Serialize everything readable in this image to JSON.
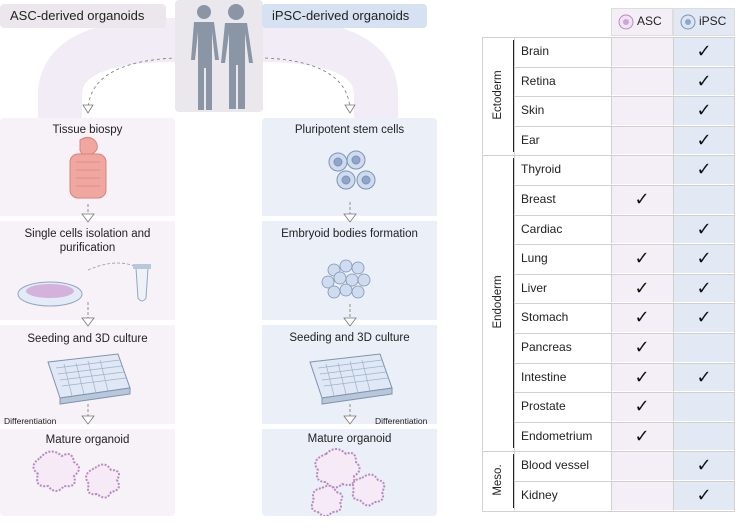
{
  "left_panel": {
    "asc_header": "ASC-derived organoids",
    "ipsc_header": "iPSC-derived organoids",
    "asc_steps": [
      "Tissue biospy",
      "Single cells isolation and\npurification",
      "Seeding and 3D culture",
      "Mature organoid"
    ],
    "ipsc_steps": [
      "Pluripotent stem cells",
      "Embryoid bodies formation",
      "Seeding and 3D culture",
      "Mature organoid"
    ],
    "differentiation_label": "Differentiation",
    "colors": {
      "asc_bg": "#f6f0f7",
      "ipsc_bg": "#e9eef8",
      "asc_header_bg": "#ebe7ec",
      "ipsc_header_bg": "#d6e1f1"
    },
    "icons": [
      "human-silhouettes-icon",
      "intestine-icon",
      "petri-dish-icon",
      "pipette-tube-icon",
      "stem-cells-icon",
      "embryoid-body-icon",
      "well-plate-icon",
      "organoid-icon"
    ]
  },
  "table": {
    "columns": [
      "ASC",
      "iPSC"
    ],
    "check_symbol": "✓",
    "groups": [
      {
        "name": "Ectoderm",
        "rows": [
          {
            "tissue": "Brain",
            "asc": false,
            "ipsc": true
          },
          {
            "tissue": "Retina",
            "asc": false,
            "ipsc": true
          },
          {
            "tissue": "Skin",
            "asc": false,
            "ipsc": true
          },
          {
            "tissue": "Ear",
            "asc": false,
            "ipsc": true
          }
        ]
      },
      {
        "name": "Endoderm",
        "rows": [
          {
            "tissue": "Thyroid",
            "asc": false,
            "ipsc": true
          },
          {
            "tissue": "Breast",
            "asc": true,
            "ipsc": false
          },
          {
            "tissue": "Cardiac",
            "asc": false,
            "ipsc": true
          },
          {
            "tissue": "Lung",
            "asc": true,
            "ipsc": true
          },
          {
            "tissue": "Liver",
            "asc": true,
            "ipsc": true
          },
          {
            "tissue": "Stomach",
            "asc": true,
            "ipsc": true
          },
          {
            "tissue": "Pancreas",
            "asc": true,
            "ipsc": false
          },
          {
            "tissue": "Intestine",
            "asc": true,
            "ipsc": true
          },
          {
            "tissue": "Prostate",
            "asc": true,
            "ipsc": false
          },
          {
            "tissue": "Endometrium",
            "asc": true,
            "ipsc": false
          }
        ]
      },
      {
        "name": "Meso.",
        "rows": [
          {
            "tissue": "Blood vessel",
            "asc": false,
            "ipsc": true
          },
          {
            "tissue": "Kidney",
            "asc": false,
            "ipsc": true
          }
        ]
      }
    ]
  }
}
